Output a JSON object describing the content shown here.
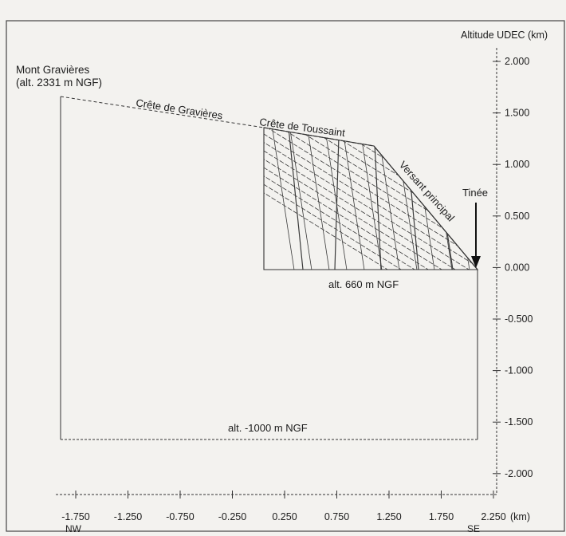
{
  "diagram": {
    "axis_title": "Altitude UDEC (km)",
    "right_axis_ticks": [
      "2.000",
      "1.500",
      "1.000",
      "0.500",
      "0.000",
      "-0.500",
      "-1.000",
      "-1.500",
      "-2.000"
    ],
    "bottom_axis_ticks": [
      "-1.750",
      "-1.250",
      "-0.750",
      "-0.250",
      "0.250",
      "0.750",
      "1.250",
      "1.750",
      "2.250"
    ],
    "bottom_axis_unit": "(km)",
    "direction_left": "NW",
    "direction_right": "SE",
    "labels": {
      "mont_name": "Mont Gravières",
      "mont_alt": "(alt. 2331 m NGF)",
      "crete_gravieres": "Crête de Gravières",
      "crete_toussaint": "Crête de Toussaint",
      "versant": "Versant principal",
      "tinee": "Tinée",
      "alt_660": "alt. 660 m NGF",
      "alt_bottom": "alt. -1000 m NGF"
    }
  }
}
